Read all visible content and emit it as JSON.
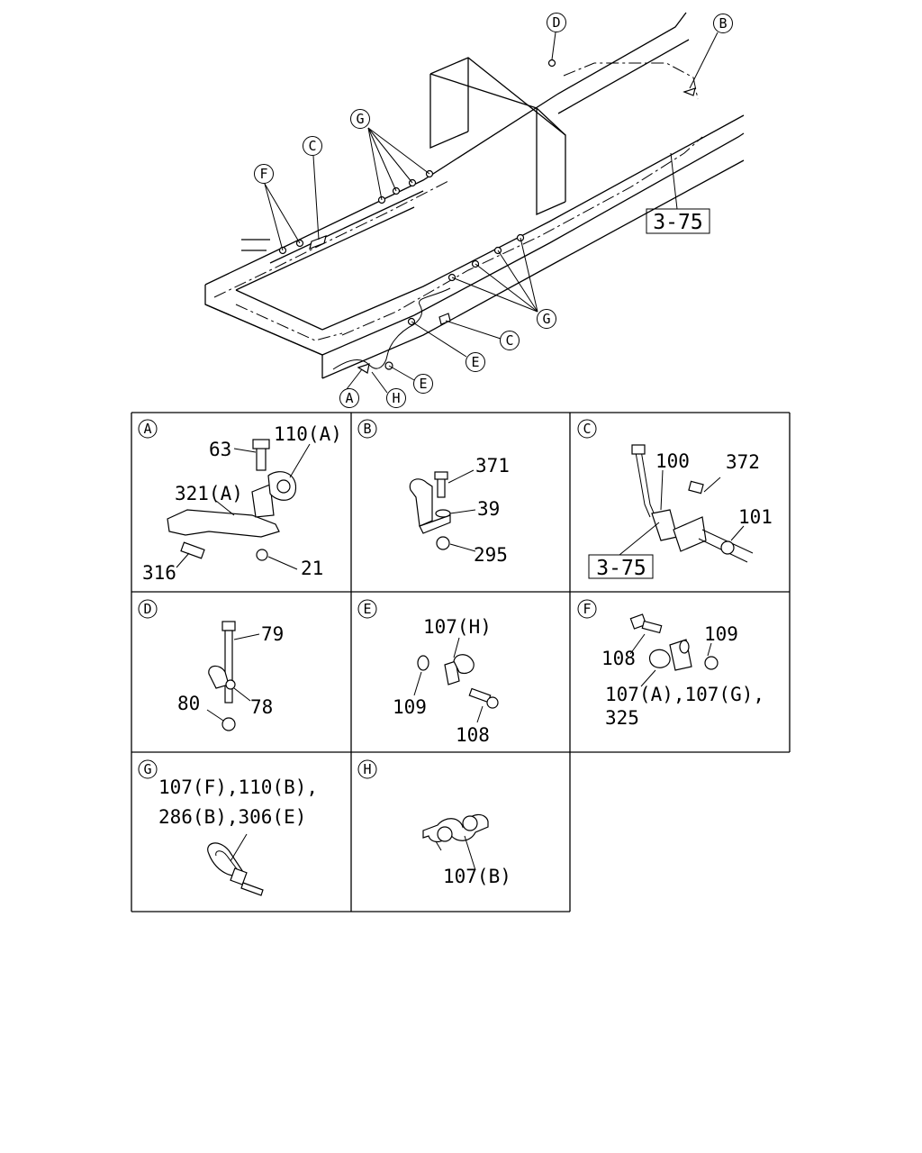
{
  "overview": {
    "callouts": {
      "D": "D",
      "B": "B",
      "G_top": "G",
      "C_top": "C",
      "F": "F",
      "G_bottom": "G",
      "C_bottom": "C",
      "E_mid": "E",
      "A": "A",
      "H": "H",
      "E_low": "E"
    },
    "ref_label": "3-75"
  },
  "panels": {
    "A": {
      "letter": "A",
      "labels": [
        "63",
        "110(A)",
        "321(A)",
        "316",
        "21"
      ]
    },
    "B": {
      "letter": "B",
      "labels": [
        "371",
        "39",
        "295"
      ]
    },
    "C": {
      "letter": "C",
      "labels": [
        "100",
        "372",
        "101",
        "3-75"
      ]
    },
    "D": {
      "letter": "D",
      "labels": [
        "79",
        "78",
        "80"
      ]
    },
    "E": {
      "letter": "E",
      "labels": [
        "107(H)",
        "109",
        "108"
      ]
    },
    "F": {
      "letter": "F",
      "labels": [
        "109",
        "108",
        "107(A),107(G),",
        "325"
      ]
    },
    "G": {
      "letter": "G",
      "labels": [
        "107(F),110(B),",
        "286(B),306(E)"
      ]
    },
    "H": {
      "letter": "H",
      "labels": [
        "107(B)"
      ]
    }
  }
}
